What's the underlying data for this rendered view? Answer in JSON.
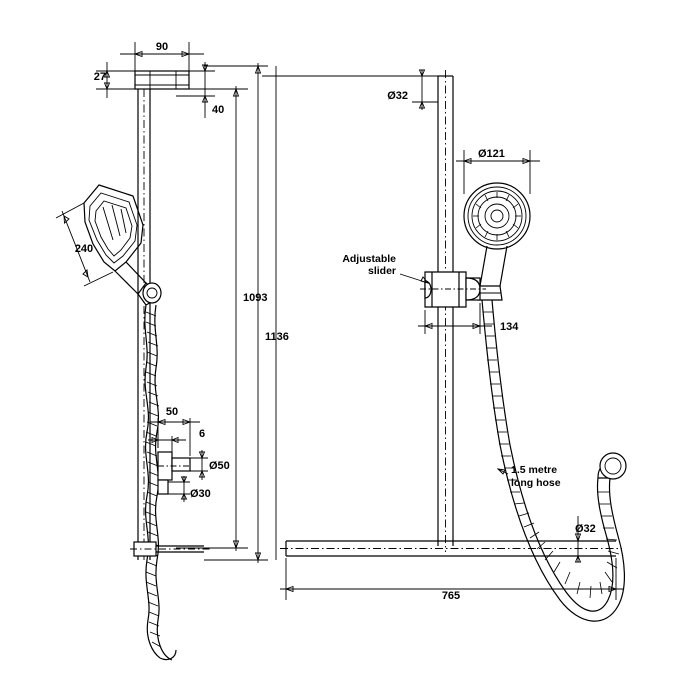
{
  "diagram": {
    "title": "Shower rail technical drawing",
    "dimensions": {
      "d_90": "90",
      "d_27": "27",
      "d_40": "40",
      "d_240": "240",
      "d_1093": "1093",
      "d_1136": "1136",
      "d_50": "50",
      "d_6": "6",
      "d_dia50": "Ø50",
      "d_dia30": "Ø30",
      "d_dia32_top": "Ø32",
      "d_dia121": "Ø121",
      "d_134": "134",
      "d_dia32_bottom": "Ø32",
      "d_765": "765"
    },
    "labels": {
      "slider_line1": "Adjustable",
      "slider_line2": "slider",
      "hose_line1": "1.5 metre",
      "hose_line2": "long hose"
    },
    "colors": {
      "line": "#000000",
      "background": "#ffffff"
    }
  }
}
